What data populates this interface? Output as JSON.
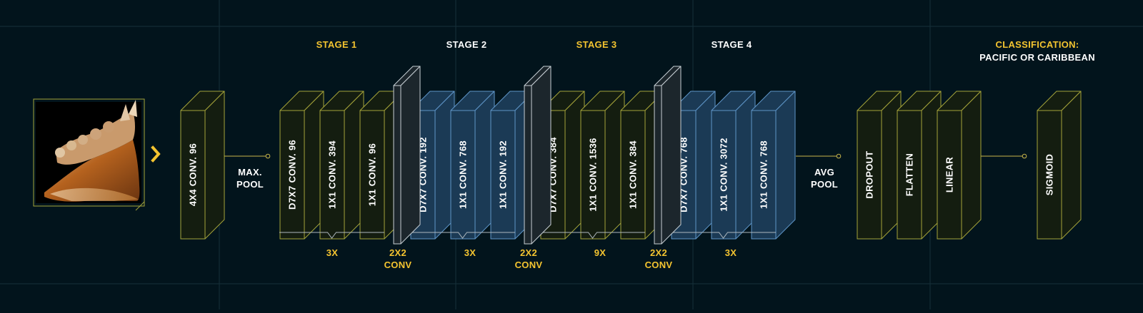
{
  "colors": {
    "background": "#02141c",
    "gridline": "#16303a",
    "accent_yellow": "#f4c430",
    "white": "#ffffff",
    "olive_face": "#141d10",
    "olive_edge": "#a4a33a",
    "blue_face": "#1b3a55",
    "blue_edge": "#5f95c8",
    "gray_face": "#1c262c",
    "gray_edge": "#c7cfd4",
    "bracket": "#aeb8be",
    "connector": "#c9b64a"
  },
  "stages": [
    {
      "id": "stage-1",
      "title": "STAGE 1",
      "color": "yellow",
      "repeat": "3X",
      "blocks": [
        "D7X7 CONV. 96",
        "1X1 CONV. 394",
        "1X1 CONV. 96"
      ]
    },
    {
      "id": "stage-2",
      "title": "STAGE 2",
      "color": "white",
      "repeat": "3X",
      "blocks": [
        "D7X7 CONV. 192",
        "1X1 CONV. 768",
        "1X1 CONV. 192"
      ]
    },
    {
      "id": "stage-3",
      "title": "STAGE 3",
      "color": "yellow",
      "repeat": "9X",
      "blocks": [
        "D7X7 CONV. 384",
        "1X1 CONV. 1536",
        "1X1 CONV. 384"
      ]
    },
    {
      "id": "stage-4",
      "title": "STAGE 4",
      "color": "white",
      "repeat": "3X",
      "blocks": [
        "D7X7 CONV. 768",
        "1X1 CONV. 3072",
        "1X1 CONV. 768"
      ]
    }
  ],
  "stem": {
    "block": "4X4 CONV. 96"
  },
  "max_pool": {
    "line1": "MAX.",
    "line2": "POOL"
  },
  "downsample": {
    "line1": "2X2",
    "line2": "CONV"
  },
  "avg_pool": {
    "line1": "AVG",
    "line2": "POOL"
  },
  "head": {
    "blocks": [
      "DROPOUT",
      "FLATTEN",
      "LINEAR"
    ],
    "output": "SIGMOID"
  },
  "classification": {
    "title": "CLASSIFICATION:",
    "subtitle": "PACIFIC OR CARIBBEAN"
  },
  "input_image": {
    "subject": "conch shell photo",
    "arrow_icon": "chevron-right-icon"
  }
}
